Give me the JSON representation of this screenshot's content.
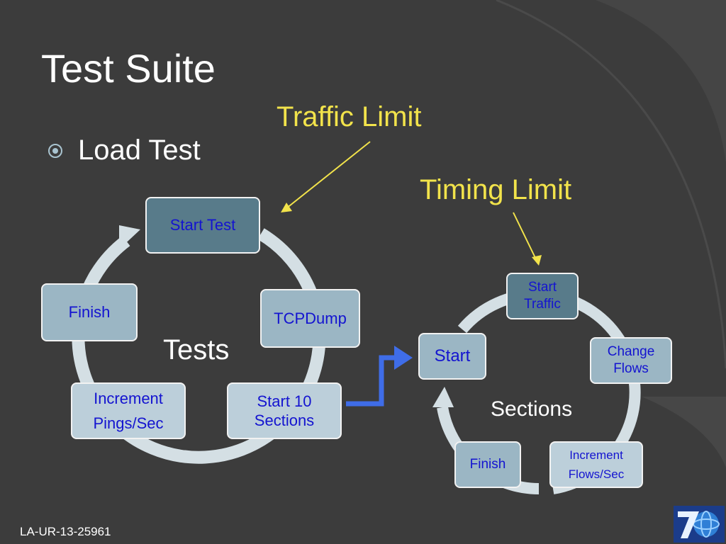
{
  "slide": {
    "title": "Test Suite",
    "bullet": "Load Test",
    "annotations": {
      "traffic_limit": "Traffic Limit",
      "timing_limit": "Timing Limit"
    },
    "tests_cycle": {
      "center": "Tests",
      "steps": {
        "start_test": "Start Test",
        "tcpdump": "TCPDump",
        "start_10_sections_line1": "Start 10",
        "start_10_sections_line2": "Sections",
        "increment_line1": "Increment",
        "increment_line2": "Pings/Sec",
        "finish": "Finish"
      }
    },
    "sections_cycle": {
      "center": "Sections",
      "steps": {
        "start": "Start",
        "start_traffic_line1": "Start",
        "start_traffic_line2": "Traffic",
        "change_flows_line1": "Change",
        "change_flows_line2": "Flows",
        "increment_line1": "Increment",
        "increment_line2": "Flows/Sec",
        "finish": "Finish"
      }
    },
    "footer": "LA-UR-13-25961",
    "colors": {
      "background": "#3c3c3c",
      "annotation": "#f2e34b",
      "box_text": "#1414d0",
      "connector_arrow": "#3f6de8",
      "cycle_ring": "#d4dfe4"
    }
  }
}
